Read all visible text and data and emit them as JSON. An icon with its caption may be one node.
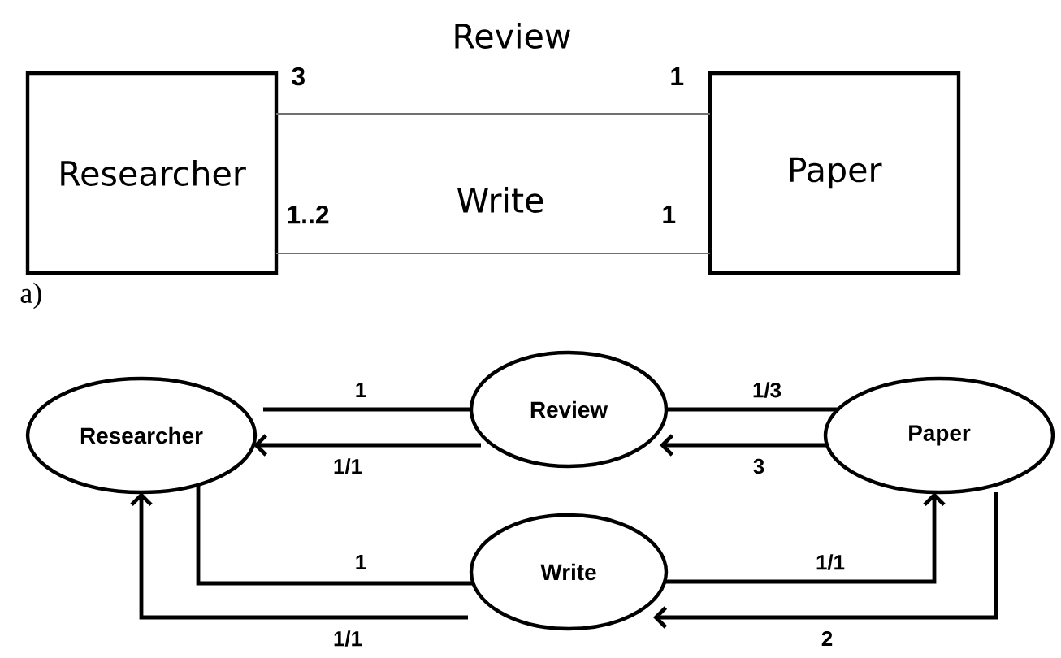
{
  "diagram": {
    "nodes": [
      {
        "text": [
          "Researcher"
        ]
      },
      {
        "text": [
          "Paper"
        ]
      },
      {
        "text": [
          "Researcher"
        ]
      },
      {
        "text": [
          "Review"
        ]
      },
      {
        "text": [
          "Paper"
        ]
      },
      {
        "text": [
          "Write"
        ]
      }
    ],
    "edges": [
      {
        "from": 0,
        "to": 1,
        "arrow": "none",
        "label": "Review",
        "color": "#707070"
      },
      {
        "from": 0,
        "to": 1,
        "arrow": "none",
        "label": "Write",
        "color": "#707070"
      },
      {
        "from": 3,
        "to": 2,
        "arrow": "none",
        "label": "1"
      },
      {
        "from": 3,
        "to": 2,
        "arrow": "to",
        "label": "1/1"
      },
      {
        "from": 4,
        "to": 3,
        "arrow": "none",
        "label": "1/3"
      },
      {
        "from": 4,
        "to": 3,
        "arrow": "to",
        "label": "3"
      },
      {
        "from": 2,
        "to": 5,
        "arrow": "none",
        "label": "1"
      },
      {
        "from": 5,
        "to": 2,
        "arrow": "to",
        "label": "1/1"
      },
      {
        "from": 5,
        "to": 4,
        "arrow": "to",
        "label": "1/1"
      },
      {
        "from": 4,
        "to": 5,
        "arrow": "to",
        "label": "2"
      }
    ],
    "labels": [
      "3",
      "1",
      "1..2",
      "1",
      "a)"
    ]
  }
}
